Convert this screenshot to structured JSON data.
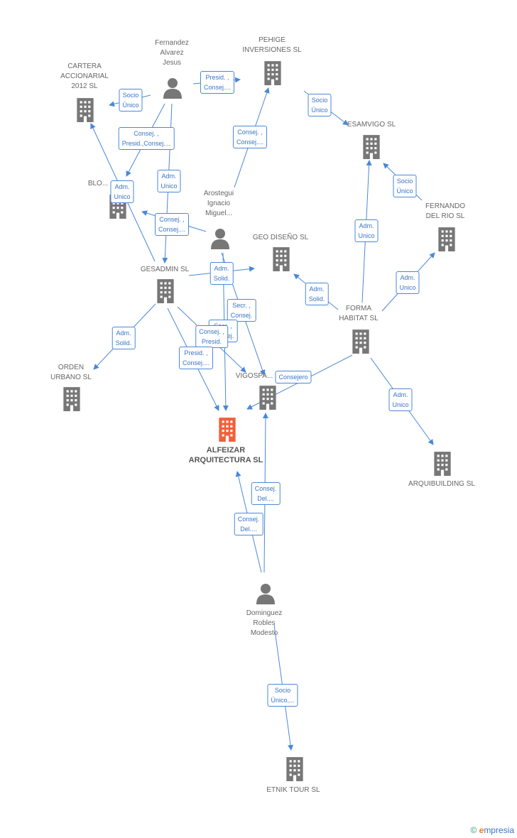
{
  "nodes": [
    {
      "id": "alfeizar",
      "kind": "company",
      "main": true,
      "label": "ALFEIZAR\nARQUITECTURA SL"
    },
    {
      "id": "fernandez",
      "kind": "person",
      "label": "Fernandez\nAlvarez\nJesus"
    },
    {
      "id": "pehige",
      "kind": "company",
      "label": "PEHIGE\nINVERSIONES SL"
    },
    {
      "id": "cartera",
      "kind": "company",
      "label": "CARTERA\nACCIONARIAL\n2012 SL"
    },
    {
      "id": "esamvigo",
      "kind": "company",
      "label": "ESAMVIGO SL"
    },
    {
      "id": "blo",
      "kind": "company",
      "label": "BLO..."
    },
    {
      "id": "arostegui",
      "kind": "person",
      "label": "Arostegui\nIgnacio\nMiguel..."
    },
    {
      "id": "fernando",
      "kind": "company",
      "label": "FERNANDO\nDEL RIO SL"
    },
    {
      "id": "geodiseno",
      "kind": "company",
      "label": "GEO DISEÑO SL"
    },
    {
      "id": "gesadmin",
      "kind": "company",
      "label": "GESADMIN SL"
    },
    {
      "id": "forma",
      "kind": "company",
      "label": "FORMA\nHABITAT SL"
    },
    {
      "id": "orden",
      "kind": "company",
      "label": "ORDEN\nURBANO  SL"
    },
    {
      "id": "vigospa",
      "kind": "company",
      "label": "VIGOSPA..."
    },
    {
      "id": "arquibuilding",
      "kind": "company",
      "label": "ARQUIBUILDING SL"
    },
    {
      "id": "dominguez",
      "kind": "person",
      "label": "Dominguez\nRobles\nModesto"
    },
    {
      "id": "etnik",
      "kind": "company",
      "label": "ETNIK TOUR SL"
    }
  ],
  "edges": [
    {
      "from": "fernandez",
      "to": "pehige",
      "label": "Presid. ,\nConsej...."
    },
    {
      "from": "fernandez",
      "to": "cartera",
      "label": "Socio\nÚnico"
    },
    {
      "from": "fernandez",
      "to": "blo",
      "label": "Consej. ,\nPresid.,Consej...."
    },
    {
      "from": "fernandez",
      "to": "gesadmin",
      "label": "Adm.\nUnico"
    },
    {
      "from": "arostegui",
      "to": "pehige",
      "label": "Consej. ,\nConsej...."
    },
    {
      "from": "pehige",
      "to": "esamvigo",
      "label": "Socio\nÚnico"
    },
    {
      "from": "fernando",
      "to": "esamvigo",
      "label": "Socio\nÚnico"
    },
    {
      "from": "gesadmin",
      "to": "cartera",
      "label": "Adm.\nUnico"
    },
    {
      "from": "arostegui",
      "to": "blo",
      "label": "Consej. ,\nConsej...."
    },
    {
      "from": "gesadmin",
      "to": "geodiseno",
      "label": "Adm.\nSolid."
    },
    {
      "from": "forma",
      "to": "geodiseno",
      "label": "Adm.\nSolid."
    },
    {
      "from": "forma",
      "to": "esamvigo",
      "label": "Adm.\nUnico"
    },
    {
      "from": "forma",
      "to": "fernando",
      "label": "Adm.\nUnico"
    },
    {
      "from": "gesadmin",
      "to": "orden",
      "label": "Adm.\nSolid."
    },
    {
      "from": "arostegui",
      "to": "alfeizar",
      "label": "Secr. ,\nConsej."
    },
    {
      "from": "gesadmin",
      "to": "vigospa",
      "label": "Secr. ,\nConsej."
    },
    {
      "from": "arostegui",
      "to": "vigospa",
      "label": "Consej. ,\nPresid."
    },
    {
      "from": "gesadmin",
      "to": "alfeizar",
      "label": "Presid. ,\nConsej...."
    },
    {
      "from": "forma",
      "to": "alfeizar",
      "label": "Consejero"
    },
    {
      "from": "forma",
      "to": "arquibuilding",
      "label": "Adm.\nUnico"
    },
    {
      "from": "dominguez",
      "to": "vigospa",
      "label": "Consej.\nDel...."
    },
    {
      "from": "dominguez",
      "to": "alfeizar",
      "label": "Consej.\nDel...."
    },
    {
      "from": "dominguez",
      "to": "etnik",
      "label": "Socio\nÚnico,..."
    }
  ],
  "colors": {
    "edge": "#4a88d8",
    "company": "#777777",
    "main_company": "#f0603a",
    "person": "#777777"
  },
  "watermark": {
    "symbol": "©",
    "brand_initial": "e",
    "brand_rest": "mpresia"
  }
}
